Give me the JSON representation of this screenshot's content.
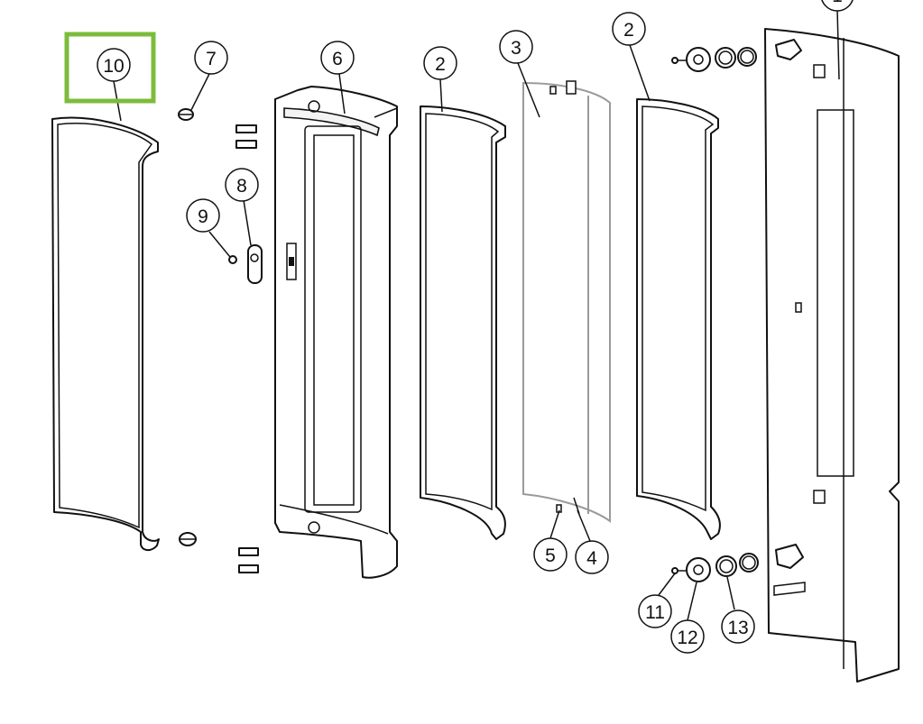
{
  "diagram": {
    "highlight_color": "#7cbc3c",
    "callouts": [
      {
        "id": "callout-10",
        "label": "10",
        "highlighted": true
      },
      {
        "id": "callout-7",
        "label": "7"
      },
      {
        "id": "callout-6",
        "label": "6"
      },
      {
        "id": "callout-8",
        "label": "8"
      },
      {
        "id": "callout-9",
        "label": "9"
      },
      {
        "id": "callout-2a",
        "label": "2"
      },
      {
        "id": "callout-3",
        "label": "3"
      },
      {
        "id": "callout-5",
        "label": "5"
      },
      {
        "id": "callout-4",
        "label": "4"
      },
      {
        "id": "callout-2b",
        "label": "2"
      },
      {
        "id": "callout-1",
        "label": "1"
      },
      {
        "id": "callout-11",
        "label": "11"
      },
      {
        "id": "callout-12",
        "label": "12"
      },
      {
        "id": "callout-13",
        "label": "13"
      }
    ]
  }
}
